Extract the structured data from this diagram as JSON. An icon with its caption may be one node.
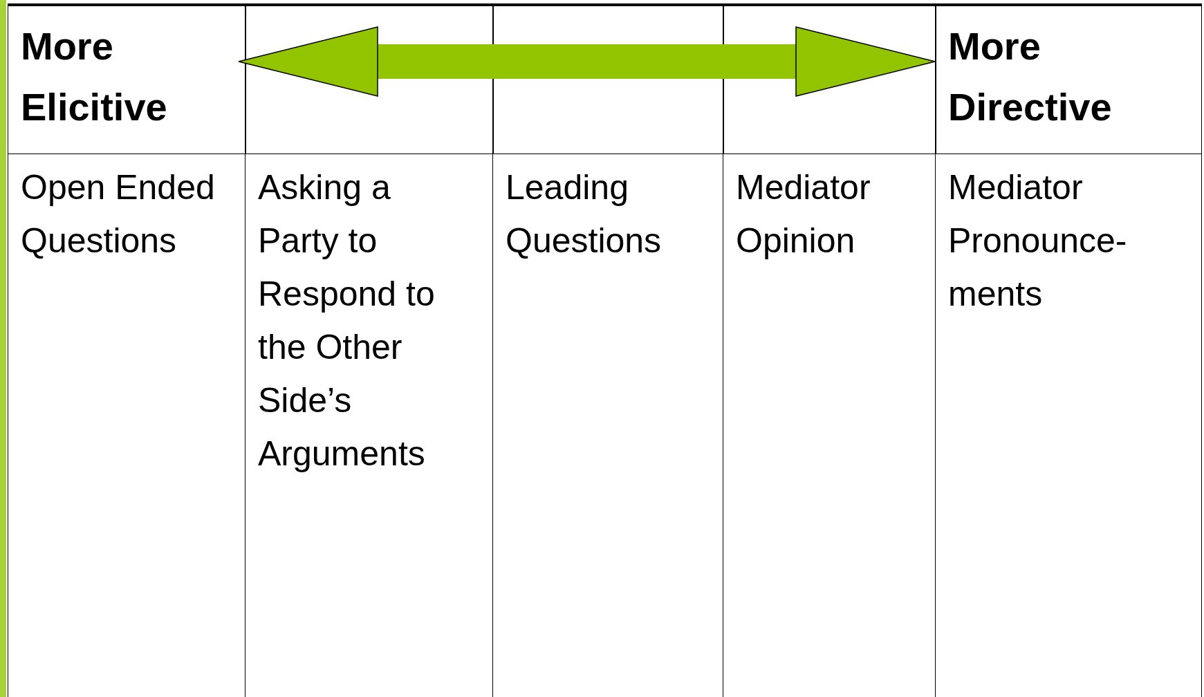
{
  "diagram": {
    "nodes": [
      {
        "text": [
          "More Elicitive"
        ]
      },
      {
        "text": [
          "More Directive"
        ]
      }
    ],
    "edges": [
      {
        "from": 0,
        "to": 1,
        "arrow": "both",
        "color": "#92c400"
      }
    ],
    "labels": [
      "Open Ended Questions",
      "Asking a Party to Respond to the Other Side’s Arguments",
      "Leading Questions",
      "Mediator Opinion",
      "Mediator Pronounce- ments"
    ]
  }
}
